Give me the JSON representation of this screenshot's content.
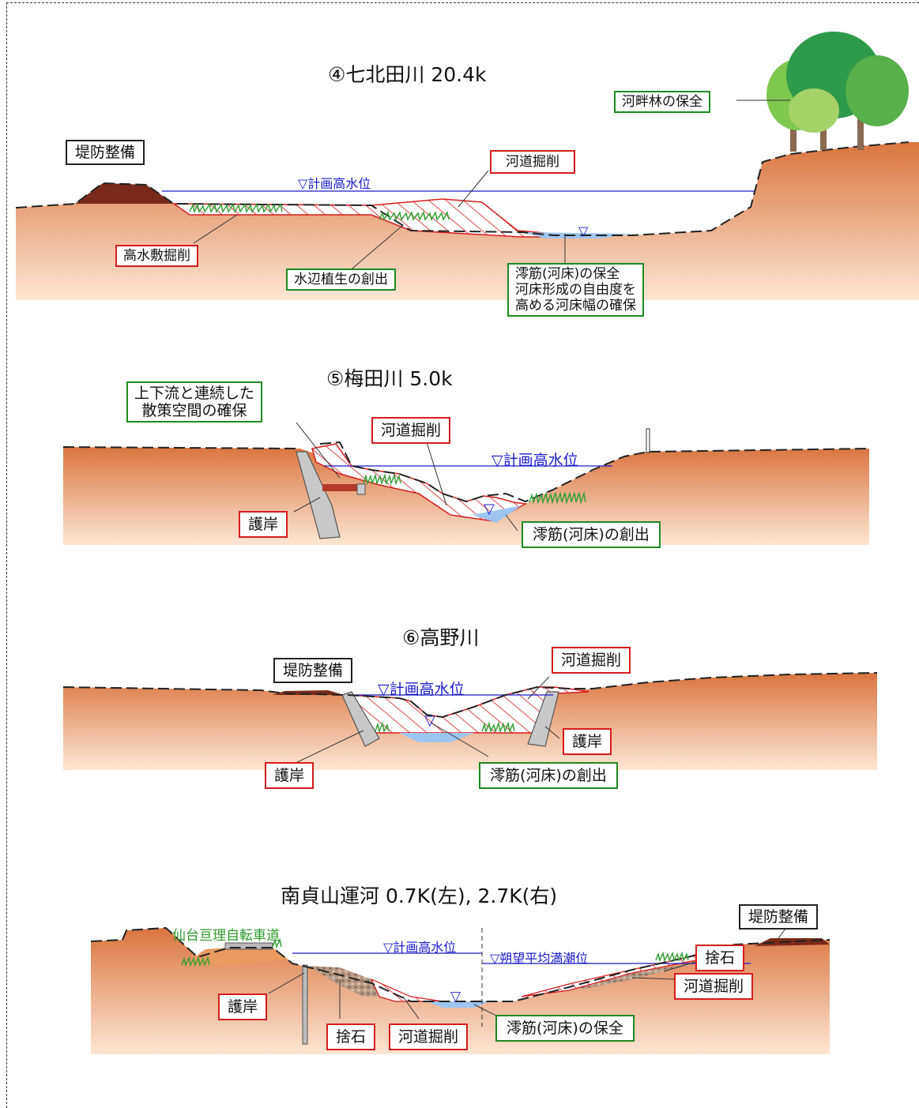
{
  "colors": {
    "soil_top": "#d9753f",
    "soil_bottom": "#fce2cf",
    "levee": "#7a2a1a",
    "excavation": "#d51d1d",
    "water": "#1a1acc",
    "grass": "#35a035"
  },
  "sections": [
    {
      "title": "④七北田川 20.4k",
      "water_level": "▽計画高水位",
      "labels": {
        "levee": "堤防整備",
        "riverbank_forest": "河畔林の保全",
        "excavation": "河道掘削",
        "floodplain_excavation": "高水敷掘削",
        "waterside_vegetation": "水辺植生の創出",
        "low_channel_lines": [
          "澪筋(河床)の保全",
          "河床形成の自由度を",
          "高める河床幅の確保"
        ]
      }
    },
    {
      "title": "⑤梅田川 5.0k",
      "water_level": "▽計画高水位",
      "labels": {
        "promenade_lines": [
          "上下流と連続した",
          "散策空間の確保"
        ],
        "excavation": "河道掘削",
        "revetment": "護岸",
        "low_channel": "澪筋(河床)の創出"
      }
    },
    {
      "title": "⑥高野川",
      "water_level": "▽計画高水位",
      "labels": {
        "levee": "堤防整備",
        "excavation": "河道掘削",
        "revetment_right": "護岸",
        "revetment_left": "護岸",
        "low_channel": "澪筋(河床)の創出"
      }
    },
    {
      "title": "南貞山運河 0.7K(左), 2.7K(右)",
      "water_level": "▽計画高水位",
      "tide_level": "▽朔望平均満潮位",
      "labels": {
        "bicycle_road": "仙台亘理自転車道",
        "levee": "堤防整備",
        "riprap_right": "捨石",
        "excavation_right": "河道掘削",
        "revetment": "護岸",
        "riprap_left": "捨石",
        "excavation_left": "河道掘削",
        "low_channel": "澪筋(河床)の保全"
      }
    }
  ]
}
